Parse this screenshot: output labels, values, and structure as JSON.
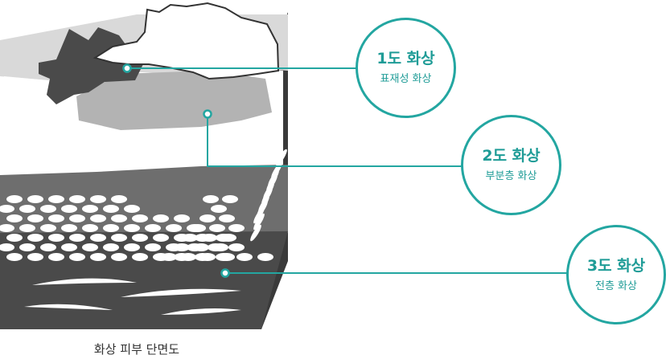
{
  "labels": [
    {
      "title": "1도 화상",
      "subtitle": "표재성 화상"
    },
    {
      "title": "2도 화상",
      "subtitle": "부분층 화상"
    },
    {
      "title": "3도 화상",
      "subtitle": "전층 화상"
    }
  ],
  "caption": "화상 피부 단면도",
  "colors": {
    "accent": "#23a6a1",
    "dark_layer": "#4a4a4a",
    "mid_layer": "#6e6e6e",
    "light_layer": "#b3b3b3",
    "top_surface": "#d9d9d9"
  }
}
